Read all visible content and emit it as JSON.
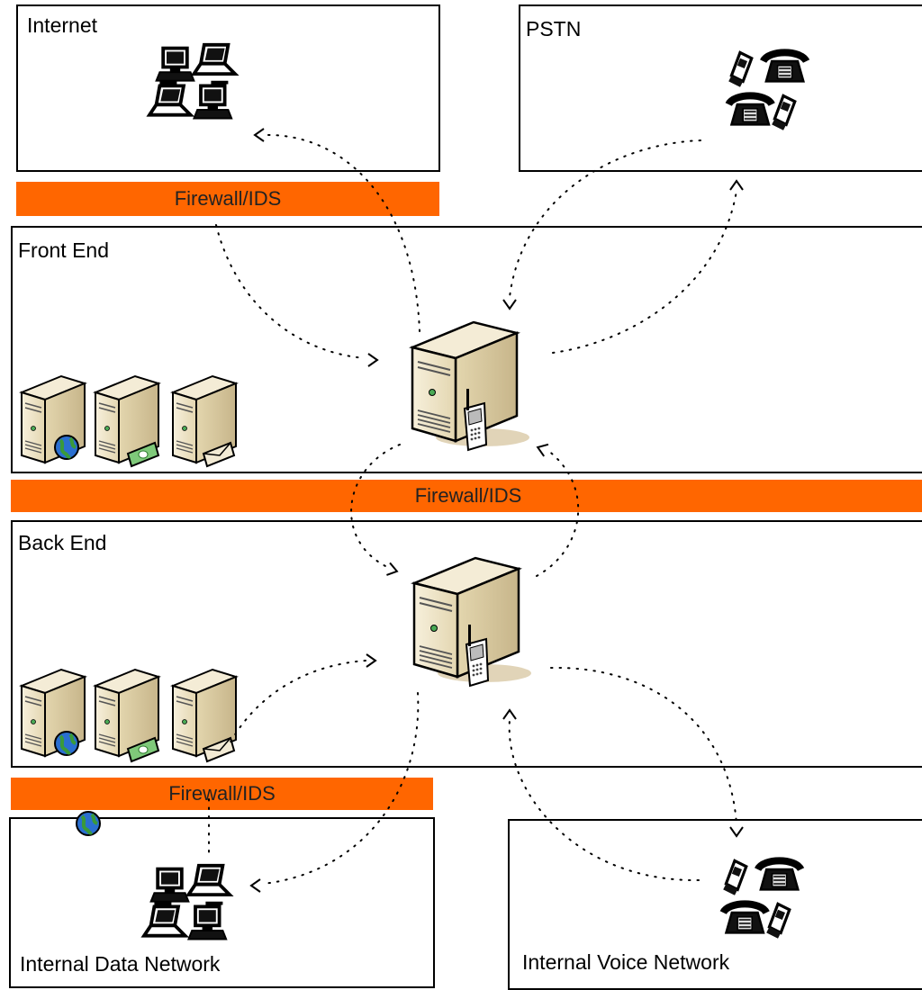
{
  "zones": {
    "internet": "Internet",
    "pstn": "PSTN",
    "front_end": "Front End",
    "back_end": "Back End",
    "internal_data": "Internal Data Network",
    "internal_voice": "Internal Voice Network"
  },
  "firewalls": {
    "top": "Firewall/IDS",
    "middle": "Firewall/IDS",
    "bottom": "Firewall/IDS"
  },
  "colors": {
    "firewall": "#ff6600",
    "server_body": "#eee4c8",
    "server_side": "#d8caa0",
    "globe": "#2a6fd0"
  },
  "icons": [
    "workstation-cluster-icon",
    "phone-cluster-icon",
    "voip-server-icon",
    "web-server-icon",
    "money-server-icon",
    "mail-server-icon",
    "dotted-arrow-icon"
  ]
}
